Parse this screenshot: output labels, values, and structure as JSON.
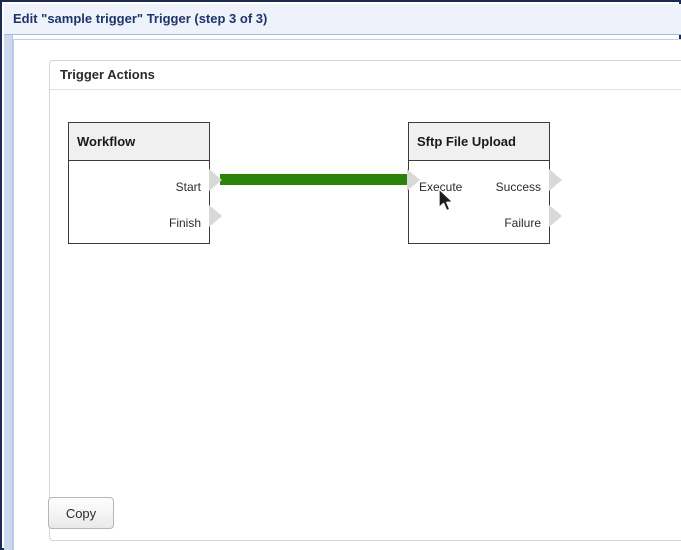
{
  "window": {
    "title": "Edit \"sample trigger\" Trigger (step 3 of 3)"
  },
  "panel": {
    "title": "Trigger Actions"
  },
  "diagram": {
    "nodes": [
      {
        "id": "workflow",
        "title": "Workflow",
        "inputs": [],
        "outputs": [
          "Start",
          "Finish"
        ]
      },
      {
        "id": "sftp-file-upload",
        "title": "Sftp File Upload",
        "inputs": [
          "Execute"
        ],
        "outputs": [
          "Success",
          "Failure"
        ]
      }
    ],
    "connections": [
      {
        "from_node": "Workflow",
        "from_port": "Start",
        "to_node": "Sftp File Upload",
        "to_port": "Execute",
        "color": "#2a8209"
      }
    ]
  },
  "footer": {
    "copy_label": "Copy"
  },
  "colors": {
    "title_text": "#1f3468",
    "title_bar": "#eef2fb",
    "window_border": "#1b2a52",
    "connector_green": "#2a8209",
    "node_header": "#f0f0f0",
    "port_chevron": "#d8d8d8"
  }
}
